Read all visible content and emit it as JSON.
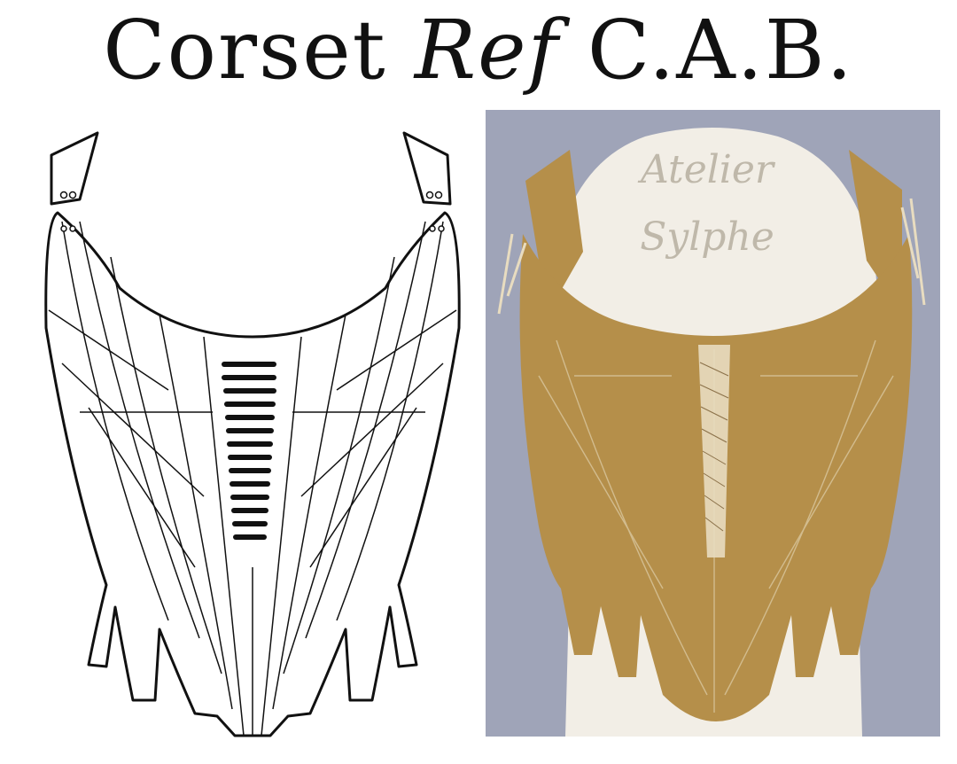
{
  "title": {
    "prefix": "Corset",
    "ref": "Ref",
    "code": "C.A.B."
  },
  "watermark": {
    "line1": "Atelier",
    "line2": "Sylphe"
  },
  "colors": {
    "ink": "#111111",
    "fabric": "#b58f4a",
    "background": "#9aa0b4",
    "form": "#f2eee6"
  }
}
